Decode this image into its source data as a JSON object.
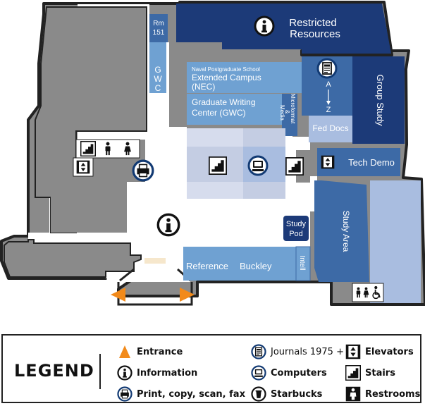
{
  "map": {
    "rooms": {
      "rm151": "Rm 151",
      "restricted": [
        "Restricted",
        "Resources"
      ],
      "gwc_side": [
        "G",
        "W",
        "C"
      ],
      "nec_small": "Naval Postgraduate School",
      "nec": [
        "Extended Campus",
        "(NEC)"
      ],
      "gwc": [
        "Graduate Writing",
        "Center (GWC)"
      ],
      "microformat": [
        "Microformat",
        "&",
        "Media"
      ],
      "az_a": "A",
      "az_z": "Z",
      "group_study": "Group Study",
      "fed_docs": "Fed Docs",
      "tech_demo": "Tech Demo",
      "study_area": "Study Area",
      "study_pod": [
        "Study",
        "Pod"
      ],
      "reference": "Reference",
      "buckley": "Buckley",
      "intell": "Intell"
    }
  },
  "legend": {
    "title": "LEGEND",
    "entrance": "Entrance",
    "information": "Information",
    "print": "Print, copy, scan, fax",
    "journals": "Journals 1975 +",
    "computers": "Computers",
    "starbucks": "Starbucks",
    "elevators": "Elevators",
    "stairs": "Stairs",
    "restrooms": "Restrooms"
  },
  "colors": {
    "building_gray": "#8a8a8a",
    "wall": "#222222",
    "navy": "#1c3a78",
    "blue_mid": "#3d6aa6",
    "blue_light": "#6fa1d2",
    "blue_pale": "#a9bde0",
    "lavender": "#c4cde3",
    "entrance_orange": "#f28a1a"
  }
}
